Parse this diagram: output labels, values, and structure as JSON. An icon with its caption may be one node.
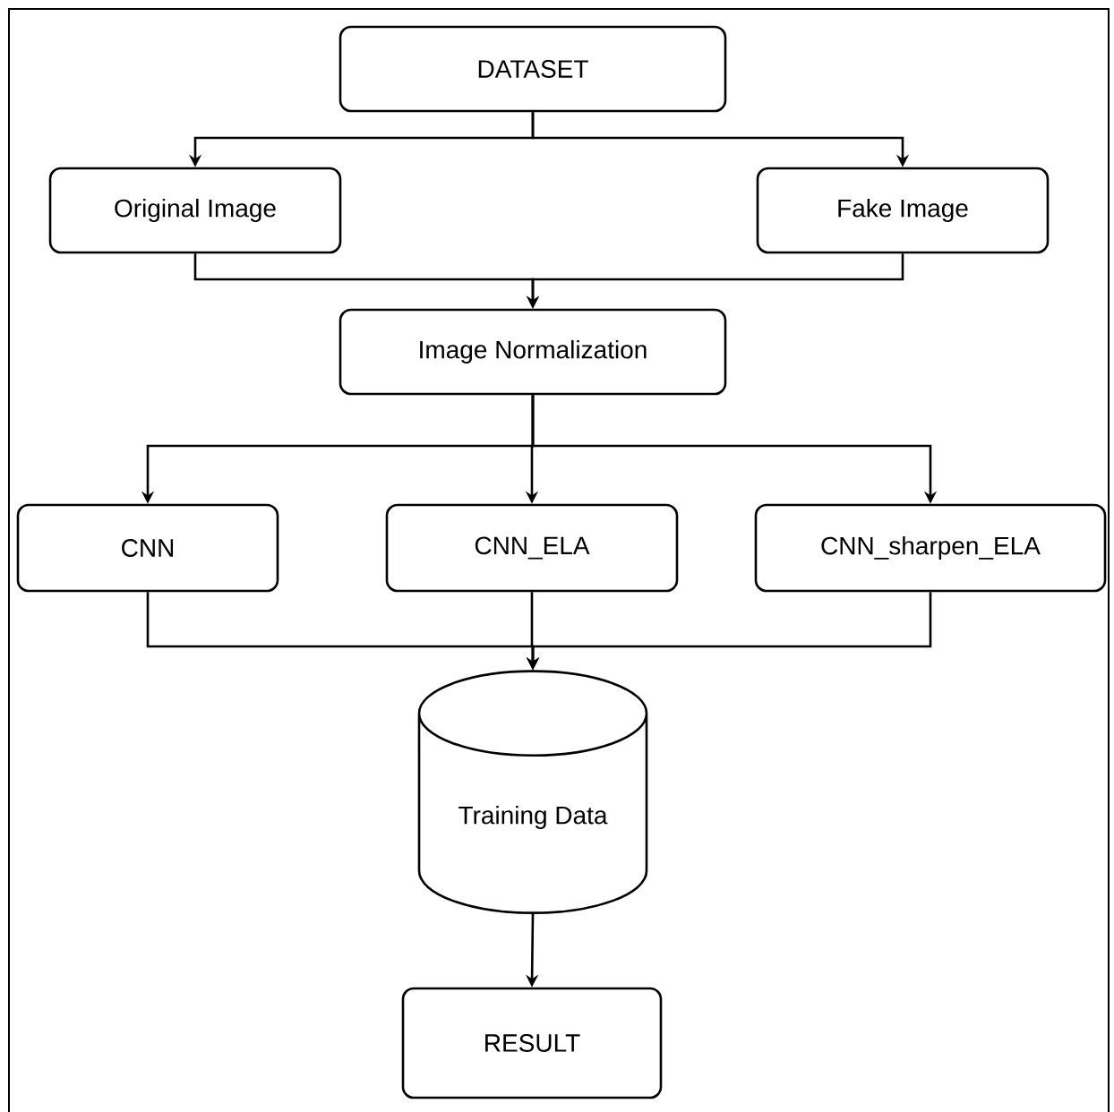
{
  "diagram": {
    "nodes": [
      {
        "text": [
          "DATASET"
        ]
      },
      {
        "text": [
          "Original Image"
        ]
      },
      {
        "text": [
          "Fake Image"
        ]
      },
      {
        "text": [
          "Image Normalization"
        ]
      },
      {
        "text": [
          "CNN"
        ]
      },
      {
        "text": [
          "CNN_ELA"
        ]
      },
      {
        "text": [
          "CNN_sharpen_ELA"
        ]
      },
      {
        "text": [
          "Training Data"
        ]
      },
      {
        "text": [
          "RESULT"
        ]
      }
    ],
    "edges": [
      {
        "from": 0,
        "to": 1,
        "arrow": "to"
      },
      {
        "from": 0,
        "to": 2,
        "arrow": "to"
      },
      {
        "from": 1,
        "to": 3,
        "arrow": "to"
      },
      {
        "from": 2,
        "to": 3,
        "arrow": "to"
      },
      {
        "from": 3,
        "to": 4,
        "arrow": "to"
      },
      {
        "from": 3,
        "to": 5,
        "arrow": "to"
      },
      {
        "from": 3,
        "to": 6,
        "arrow": "to"
      },
      {
        "from": 4,
        "to": 7,
        "arrow": "to"
      },
      {
        "from": 5,
        "to": 7,
        "arrow": "to"
      },
      {
        "from": 6,
        "to": 7,
        "arrow": "to"
      },
      {
        "from": 7,
        "to": 8,
        "arrow": "to"
      }
    ]
  }
}
